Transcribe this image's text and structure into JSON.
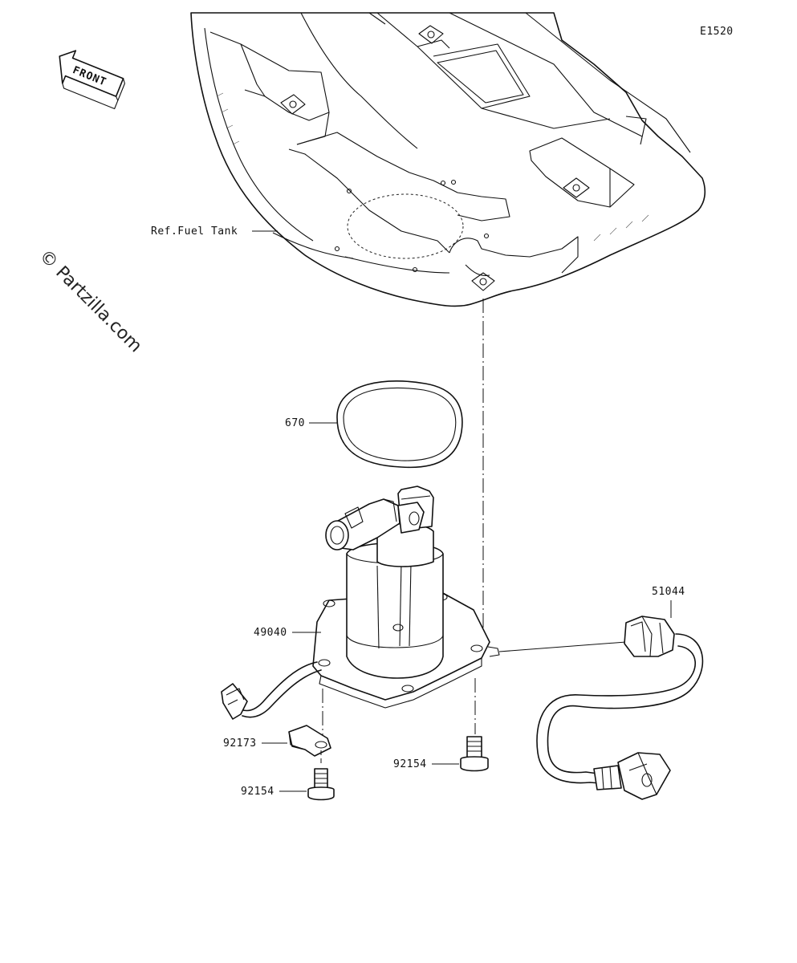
{
  "diagram_code": "E1520",
  "front_label": "FRONT",
  "watermark": "© Partzilla.com",
  "reference_label": "Ref.Fuel Tank",
  "parts": {
    "gasket": "670",
    "fuel_pump": "49040",
    "hose": "51044",
    "clamp": "92173",
    "bolt_left": "92154",
    "bolt_right": "92154"
  }
}
